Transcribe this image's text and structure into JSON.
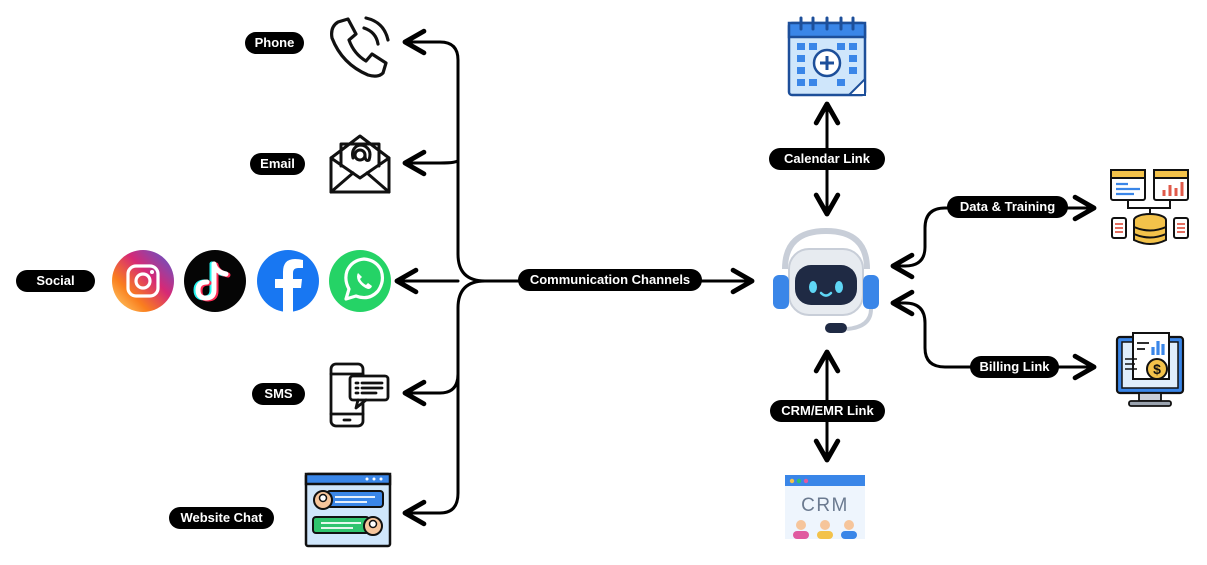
{
  "left_channels": {
    "phone": "Phone",
    "email": "Email",
    "social": "Social",
    "sms": "SMS",
    "website_chat": "Website Chat"
  },
  "hub_label": "Communication Channels",
  "right_links": {
    "calendar": "Calendar Link",
    "data_training": "Data & Training",
    "billing": "Billing Link",
    "crm_emr": "CRM/EMR Link"
  },
  "crm_icon_text": "CRM",
  "icons": [
    "phone-icon",
    "email-icon",
    "instagram-icon",
    "tiktok-icon",
    "facebook-icon",
    "whatsapp-icon",
    "sms-icon",
    "website-chat-icon",
    "calendar-icon",
    "chatbot-icon",
    "data-training-icon",
    "billing-icon",
    "crm-icon"
  ],
  "colors": {
    "line": "#000000",
    "pill_bg": "#000000",
    "pill_text": "#ffffff",
    "accent_blue": "#3a86e8",
    "bot_face": "#1f2a44",
    "bot_eyes": "#5fd6f5"
  }
}
